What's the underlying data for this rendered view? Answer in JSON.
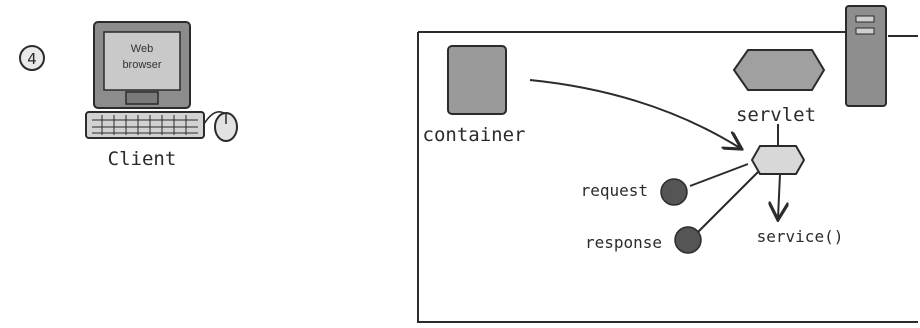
{
  "step": {
    "number": "4"
  },
  "client": {
    "screen_line1": "Web",
    "screen_line2": "browser",
    "label": "Client"
  },
  "server_box": {
    "container_label": "container",
    "servlet_label": "servlet",
    "request_label": "request",
    "response_label": "response",
    "method_label": "service()"
  },
  "colors": {
    "ink": "#2b2b2b",
    "grey_fill": "#9a9a9a",
    "light_fill": "#d8d8d8",
    "dot_fill": "#555555"
  }
}
